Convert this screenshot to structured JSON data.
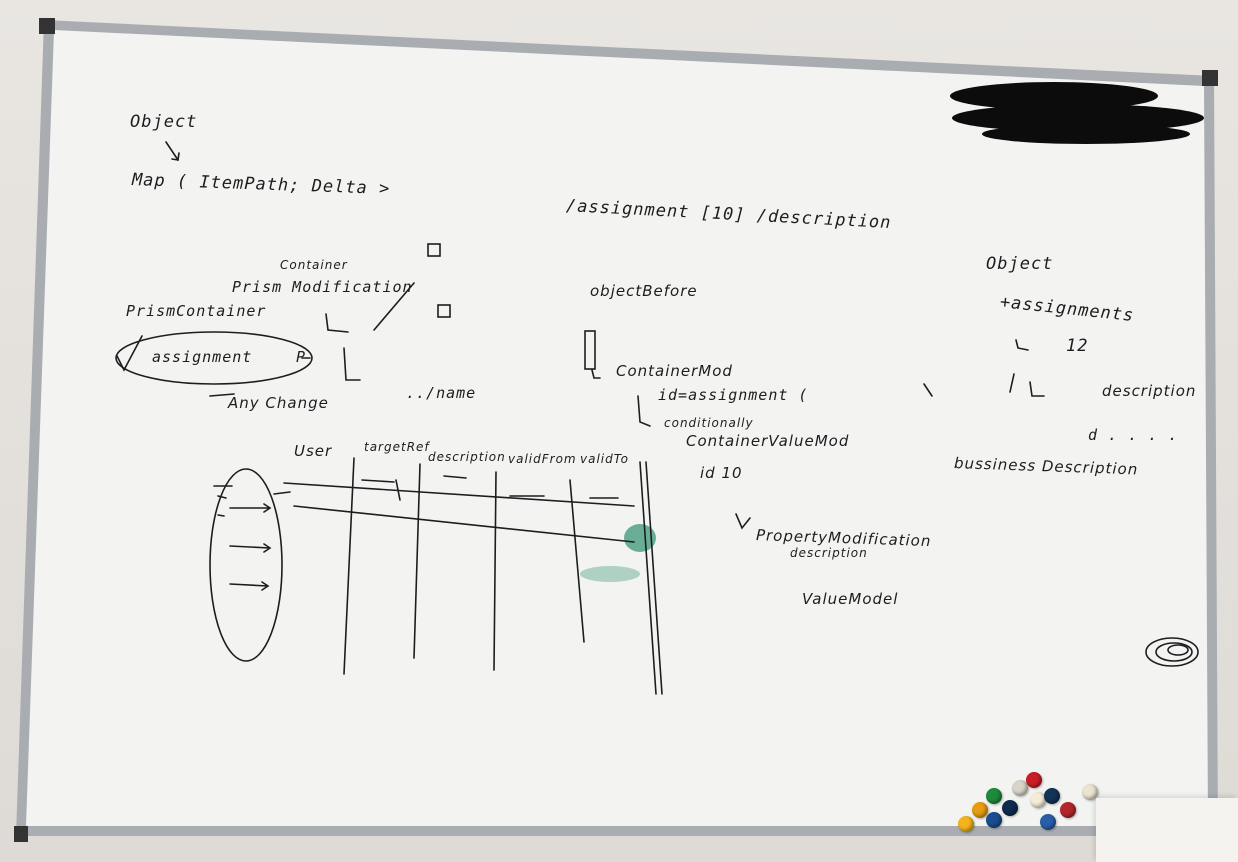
{
  "board": {
    "top_left": {
      "object": "Object",
      "map": "Map ( ItemPath; Delta >",
      "prism_modification_top": "Container",
      "prism_modification": "Prism Modification",
      "prism_container": "PrismContainer",
      "assignment": "assignment",
      "p_marker": "P",
      "any_change": "Any Change",
      "name_path": "../name"
    },
    "table": {
      "headers": [
        "User",
        "targetRef",
        "description",
        "validFrom",
        "validTo"
      ]
    },
    "center": {
      "path": "/assignment [10] /description",
      "object_before": "objectBefore",
      "container_mod": "ContainerMod",
      "id_assignment": "id=assignment (",
      "conditionally": "conditionally",
      "container_value_mod": "ContainerValueMod",
      "id_10": "id 10",
      "property_mod": "PropertyModification",
      "description": "description",
      "value_model": "ValueModel"
    },
    "right": {
      "object": "Object",
      "assignments": "+assignments",
      "num": "12",
      "description": "description",
      "dots": "d . . . .",
      "business_description": "bussiness Description"
    }
  },
  "colors": {
    "board": "#f3f4f2",
    "frame": "#a9adb1",
    "ink": "#1d1d1f",
    "green_smudge": "#2e8f6f",
    "redaction": "#0c0c0c"
  },
  "magnets": [
    {
      "color": "#f2b31c"
    },
    {
      "color": "#e59b12"
    },
    {
      "color": "#1f8a3b"
    },
    {
      "color": "#1a4d8f"
    },
    {
      "color": "#0e2b4f"
    },
    {
      "color": "#d9d4c8"
    },
    {
      "color": "#c91e26"
    },
    {
      "color": "#f4ecd6"
    },
    {
      "color": "#2a5fa8"
    },
    {
      "color": "#123456"
    },
    {
      "color": "#b5262b"
    },
    {
      "color": "#eae3cf"
    }
  ]
}
